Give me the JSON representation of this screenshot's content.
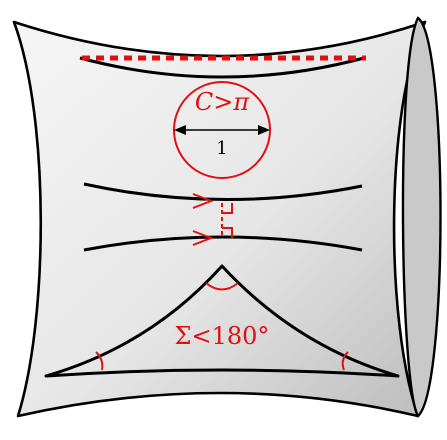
{
  "labels": {
    "circumference": "C>π",
    "diameter": "1",
    "angle_sum": "Σ<180°"
  },
  "colors": {
    "accent": "#e01010",
    "surface_light": "#f4f4f4",
    "surface_dark": "#c4c4c4",
    "end_cap": "#c9c9c9",
    "stroke": "#000000"
  }
}
